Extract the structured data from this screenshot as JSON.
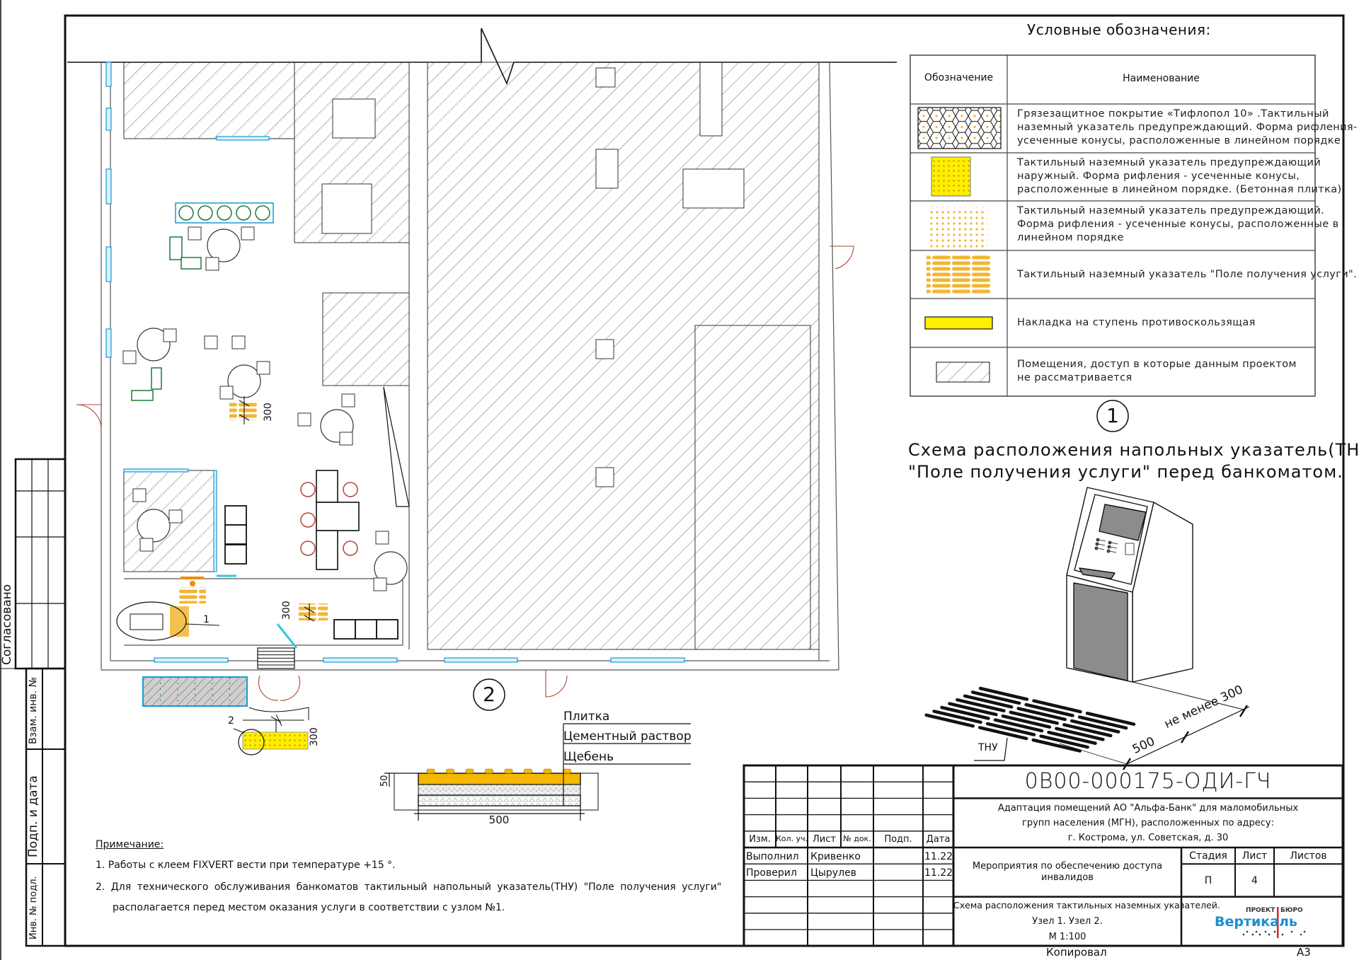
{
  "legend": {
    "title": "Условные обозначения:",
    "col_symbol": "Обозначение",
    "col_name": "Наименование",
    "items": [
      {
        "symbol": "hex-mat-swatch",
        "text_lines": [
          "Грязезащитное покрытие «Тифлопол 10» .Тактильный",
          "наземный указатель предупреждающий. Форма рифления-",
          "усеченные конусы, расположенные в линейном порядке"
        ]
      },
      {
        "symbol": "yellow-dotted-tile-swatch",
        "text_lines": [
          "Тактильный наземный указатель предупреждающий",
          "наружный. Форма рифления - усеченные конусы,",
          "расположенные в линейном порядке. (Бетонная плитка)"
        ]
      },
      {
        "symbol": "orange-dots-swatch",
        "text_lines": [
          "Тактильный наземный указатель предупреждающий.",
          "Форма рифления - усеченные конусы, расположенные в",
          "линейном порядке"
        ]
      },
      {
        "symbol": "orange-bars-swatch",
        "text_lines": [
          "Тактильный наземный указатель \"Поле получения услуги\"."
        ]
      },
      {
        "symbol": "yellow-strip-swatch",
        "text_lines": [
          "Накладка на ступень противоскользящая"
        ]
      },
      {
        "symbol": "hatched-swatch",
        "text_lines": [
          "Помещения, доступ в которые данным проектом",
          "не рассматривается"
        ]
      }
    ]
  },
  "node1": {
    "number": "1",
    "caption_line1": "Схема расположения напольных указатель(ТНУ)",
    "caption_line2": "\"Поле получения услуги\"  перед банкоматом.",
    "label_tnu": "ТНУ",
    "dim_500": "500",
    "dim_300": "не менее 300"
  },
  "node2": {
    "number": "2",
    "layers": [
      "Плитка",
      "Цементный раствор",
      "Щебень"
    ],
    "dim_height": "50",
    "dim_width": "500"
  },
  "plan": {
    "dim_labels": [
      "300",
      "300",
      "300"
    ],
    "callout_1": "1",
    "callout_2": "2"
  },
  "notes": {
    "title": "Примечание:",
    "items": [
      "1.  Работы с клеем FIXVERT вести при температуре +15 °.",
      "2.  Для технического обслуживания банкоматов тактильный напольный указатель(ТНУ) \"Поле получения услуги\""
    ],
    "item2_continuation": "располагается перед местом оказания услуги в соответствии с узлом №1."
  },
  "side_stamp": {
    "agreed": "Согласовано",
    "replaced_inv": "Взам. инв. №",
    "sign_date": "Подп. и дата",
    "inv_orig": "Инв. № подл."
  },
  "title_block": {
    "code": "0В00-000175-ОДИ-ГЧ",
    "headers": [
      "Изм.",
      "Кол. уч.",
      "Лист",
      "№ док.",
      "Подп.",
      "Дата"
    ],
    "rows": [
      {
        "role": "Выполнил",
        "name": "Кривенко",
        "date": "11.22"
      },
      {
        "role": "Проверил",
        "name": "Цырулев",
        "date": "11.22"
      }
    ],
    "project_lines": [
      "Адаптация помещений АО \"Альфа-Банк\" для маломобильных",
      "групп населения (МГН), расположенных по адресу:",
      "г. Кострома, ул. Советская, д. 30"
    ],
    "section_lines": [
      "Мероприятия по обеспечению доступа",
      "инвалидов"
    ],
    "stage_label": "Стадия",
    "sheet_label": "Лист",
    "sheets_label": "Листов",
    "stage_value": "П",
    "sheet_value": "4",
    "sheet_title_lines": [
      "Схема расположения тактильных наземных указателей.",
      "Узел 1. Узел 2.",
      "М 1:100"
    ],
    "logo": {
      "top_left": "ПРОЕКТ",
      "top_right": "БЮРО",
      "name": "Вертикаль"
    },
    "copied": "Копировал",
    "format": "А3"
  },
  "colors": {
    "line": "#111111",
    "hatch": "#6a6a6a",
    "glass": "#1a9ad6",
    "tactile_orange": "#f2b632",
    "tactile_yellow": "#ffee00",
    "logo_blue": "#1b8fd0",
    "logo_red": "#d8232a"
  }
}
